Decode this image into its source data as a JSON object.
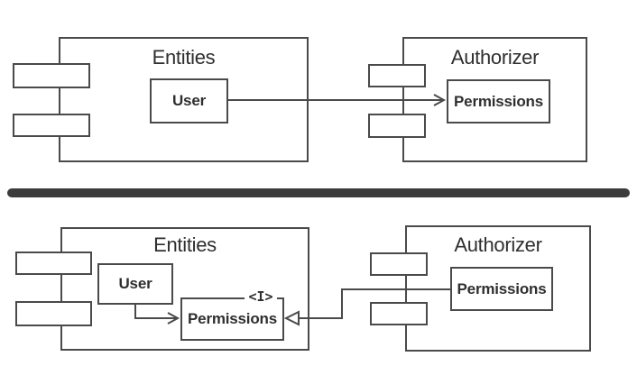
{
  "colors": {
    "background": "#ffffff",
    "stroke": "#4a4a4a",
    "text": "#2f2f2f",
    "divider": "#3c3c3c"
  },
  "top_diagram": {
    "entities": {
      "title": "Entities",
      "user_label": "User"
    },
    "authorizer": {
      "title": "Authorizer",
      "permissions_label": "Permissions"
    },
    "connection": "User -> Permissions (open arrow)"
  },
  "bottom_diagram": {
    "entities": {
      "title": "Entities",
      "user_label": "User",
      "permissions_label": "Permissions",
      "interface_marker": "<I>"
    },
    "authorizer": {
      "title": "Authorizer",
      "permissions_label": "Permissions"
    },
    "connections": "User -> Permissions (open arrow); Authorizer Permissions -> Entities Permissions (hollow triangle)"
  }
}
